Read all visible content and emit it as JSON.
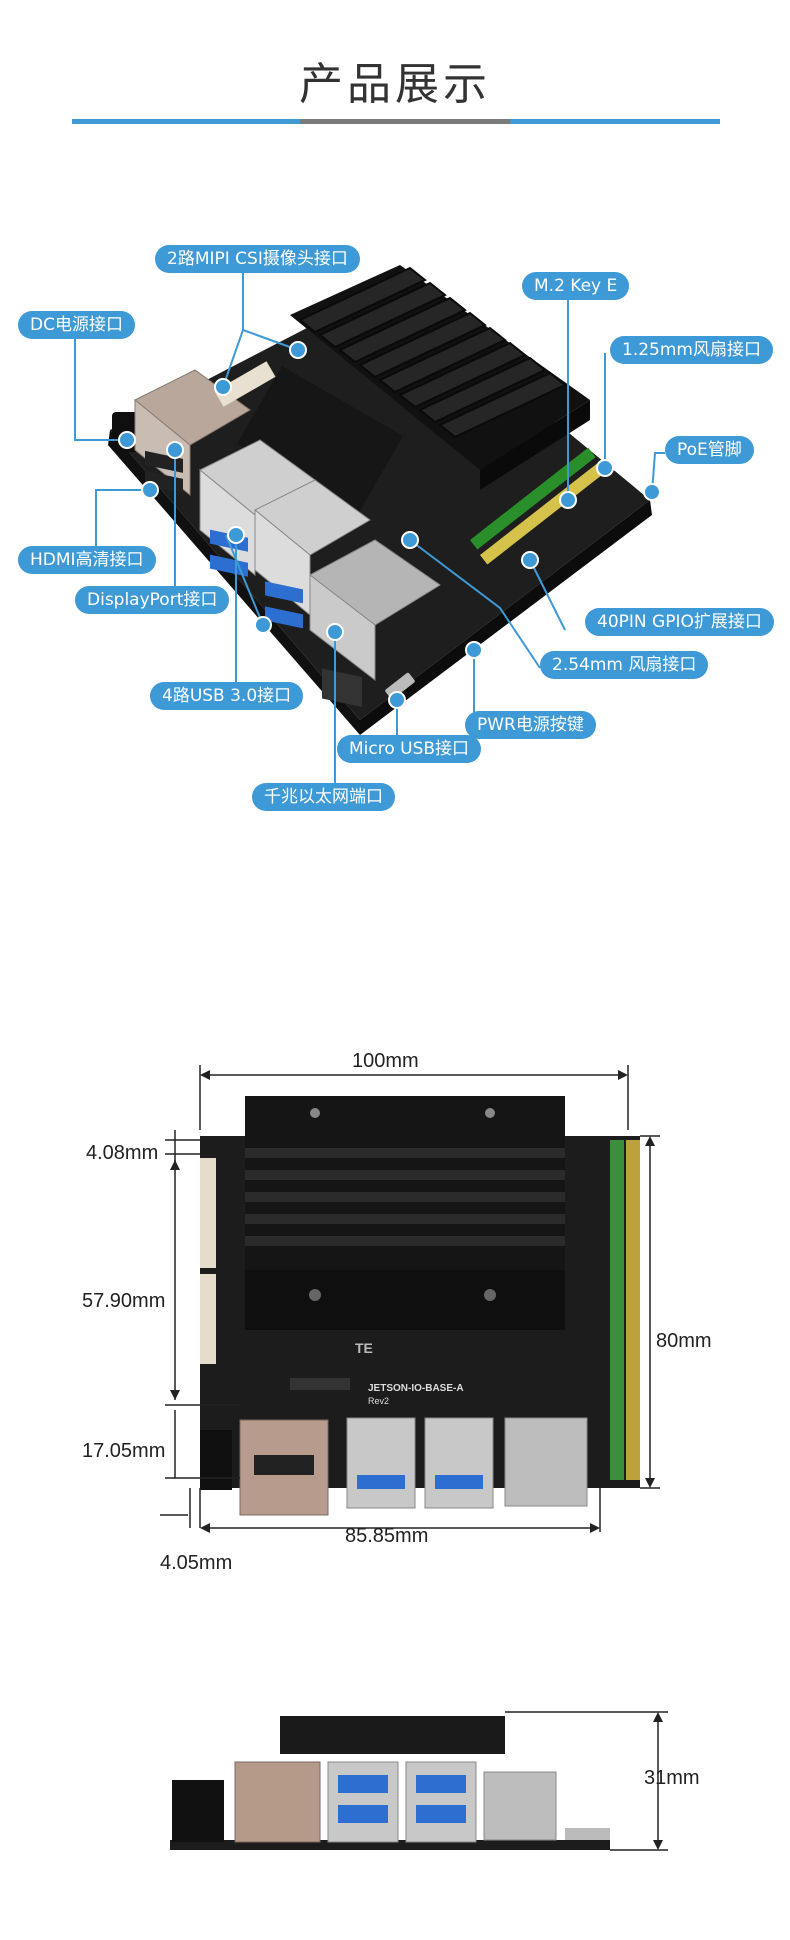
{
  "page": {
    "title": "产品展示"
  },
  "colors": {
    "accent": "#3e9ad6",
    "divider_mid": "#7a7a7a",
    "heatsink": "#1b1b1b",
    "pcb": "#202020"
  },
  "callouts": {
    "csi": "2路MIPI CSI摄像头接口",
    "dc": "DC电源接口",
    "m2": "M.2 Key E",
    "fan125": "1.25mm风扇接口",
    "poe": "PoE管脚",
    "hdmi": "HDMI高清接口",
    "dp": "DisplayPort接口",
    "gpio": "40PIN GPIO扩展接口",
    "fan254": "2.54mm 风扇接口",
    "usb3": "4路USB 3.0接口",
    "pwr": "PWR电源按键",
    "microusb": "Micro USB接口",
    "ethernet": "千兆以太网端口"
  },
  "dimensions": {
    "width": "100mm",
    "top_offset": "4.08mm",
    "mid_height": "57.90mm",
    "right_height": "80mm",
    "bottom_height": "17.05mm",
    "left_offset": "4.05mm",
    "port_span": "85.85mm",
    "side_height": "31mm"
  },
  "board_text": {
    "model": "JETSON-IO-BASE-A",
    "rev": "Rev2",
    "te_logo": "TE"
  }
}
